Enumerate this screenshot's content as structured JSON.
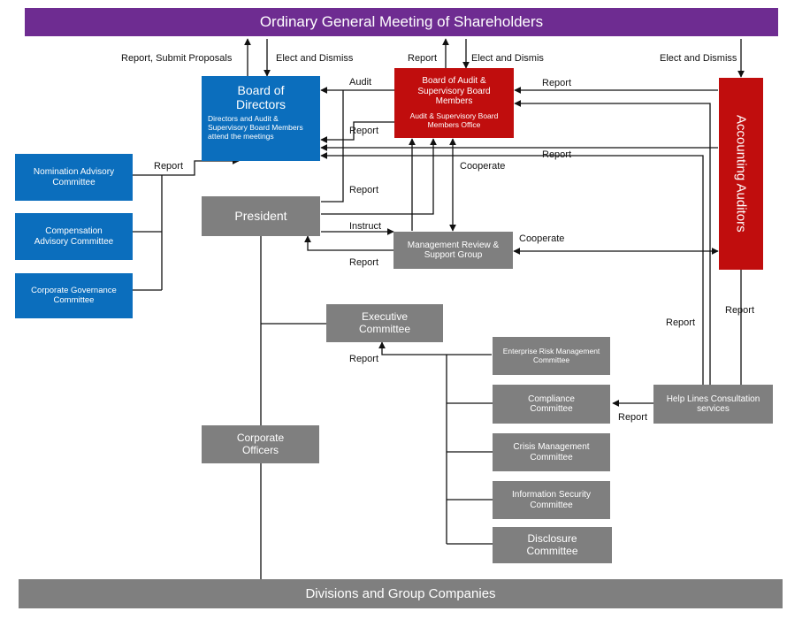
{
  "colors": {
    "shareholders": "#6e2c91",
    "board": "#0b6ebd",
    "audit": "#c00d0d",
    "gray": "#7f7f7f"
  },
  "nodes": {
    "shareholders": "Ordinary General Meeting of Shareholders",
    "board_title": "Board of Directors",
    "board_note": "Directors and Audit & Supervisory Board Members attend the meetings",
    "audit_title": "Board of Audit & Supervisory Board Members",
    "audit_office": "Audit & Supervisory Board Members Office",
    "accounting_auditors": "Accounting Auditors",
    "nomination": "Nomination Advisory Committee",
    "compensation": "Compensation Advisory Committee",
    "governance": "Corporate Governance Committee",
    "president": "President",
    "mgmt_review": "Management Review & Support Group",
    "executive": "Executive Committee",
    "risk": "Enterprise Risk Management Committee",
    "compliance": "Compliance Committee",
    "crisis": "Crisis Management Committee",
    "infosec": "Information Security Committee",
    "disclosure": "Disclosure Committee",
    "helplines": "Help Lines Consultation services",
    "officers": "Corporate Officers",
    "divisions": "Divisions and Group Companies"
  },
  "edge_labels": {
    "report_submit": "Report, Submit Proposals",
    "elect_dismiss_board": "Elect and Dismiss",
    "report_audit_up": "Report",
    "elect_dismis_audit": "Elect and Dismis",
    "elect_dismiss_acct": "Elect and Dismiss",
    "audit": "Audit",
    "report_acct_to_audit": "Report",
    "report_audit_to_board": "Report",
    "report_acct_to_board": "Report",
    "report_committees": "Report",
    "cooperate_audit": "Cooperate",
    "report_president": "Report",
    "instruct": "Instruct",
    "report_mgmt": "Report",
    "cooperate_mgmt": "Cooperate",
    "report_helplines_acct": "Report",
    "report_helplines_audit": "Report",
    "report_executive": "Report",
    "report_helplines_compliance": "Report"
  }
}
